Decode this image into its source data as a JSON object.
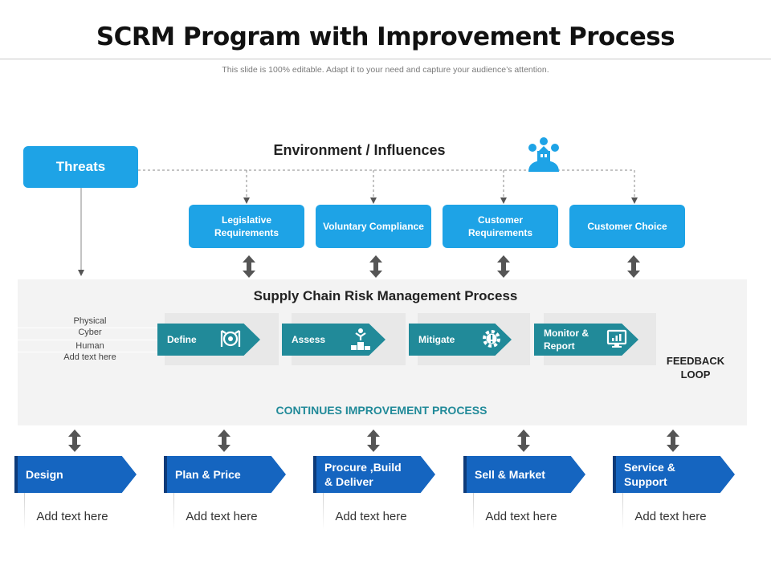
{
  "title": "SCRM Program with Improvement Process",
  "subtitle": "This slide is 100% editable. Adapt it to your need and capture your audience’s attention.",
  "threats": "Threats",
  "environment_title": "Environment / Influences",
  "influences": [
    "Legislative Requirements",
    "Voluntary Compliance",
    "Customer Requirements",
    "Customer Choice"
  ],
  "scrm_title": "Supply Chain Risk Management Process",
  "categories": [
    "Physical",
    "Cyber",
    "Human",
    "Add text here"
  ],
  "steps": [
    {
      "label": "Define",
      "icon": "target-icon"
    },
    {
      "label": "Assess",
      "icon": "podium-icon"
    },
    {
      "label": "Mitigate",
      "icon": "gear-icon"
    },
    {
      "label": "Monitor & Report",
      "icon": "monitor-chart-icon"
    }
  ],
  "feedback_loop": "FEEDBACK LOOP",
  "continues": "CONTINUES IMPROVEMENT PROCESS",
  "phases": [
    {
      "label": "Design",
      "text": "Add text here"
    },
    {
      "label": "Plan & Price",
      "text": "Add text here"
    },
    {
      "label": "Procure ,Build & Deliver",
      "text": "Add text here"
    },
    {
      "label": "Sell & Market",
      "text": "Add text here"
    },
    {
      "label": "Service & Support",
      "text": "Add text here"
    }
  ],
  "colors": {
    "sky_blue": "#1ea3e6",
    "teal": "#218a99",
    "royal_blue": "#1565c0",
    "dark_blue": "#0d3b7a",
    "arrow_gray": "#555555"
  }
}
